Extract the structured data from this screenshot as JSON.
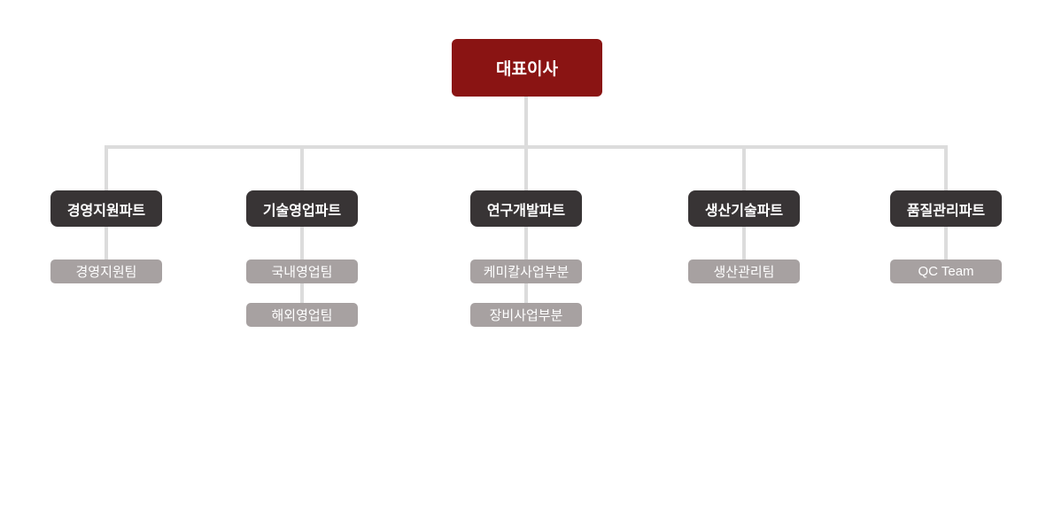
{
  "chart": {
    "title": "organization-chart",
    "root": {
      "label": "대표이사"
    },
    "branches": [
      {
        "label": "경영지원파트",
        "teams": [
          "경영지원팀"
        ]
      },
      {
        "label": "기술영업파트",
        "teams": [
          "국내영업팀",
          "해외영업팀"
        ]
      },
      {
        "label": "연구개발파트",
        "teams": [
          "케미칼사업부분",
          "장비사업부분"
        ]
      },
      {
        "label": "생산기술파트",
        "teams": [
          "생산관리팀"
        ]
      },
      {
        "label": "품질관리파트",
        "teams": [
          "QC Team"
        ]
      }
    ],
    "colors": {
      "root_bg": "#8a1413",
      "part_bg": "#383435",
      "team_bg": "#a7a1a1",
      "line": "#dcdcdc",
      "text": "#ffffff"
    }
  }
}
